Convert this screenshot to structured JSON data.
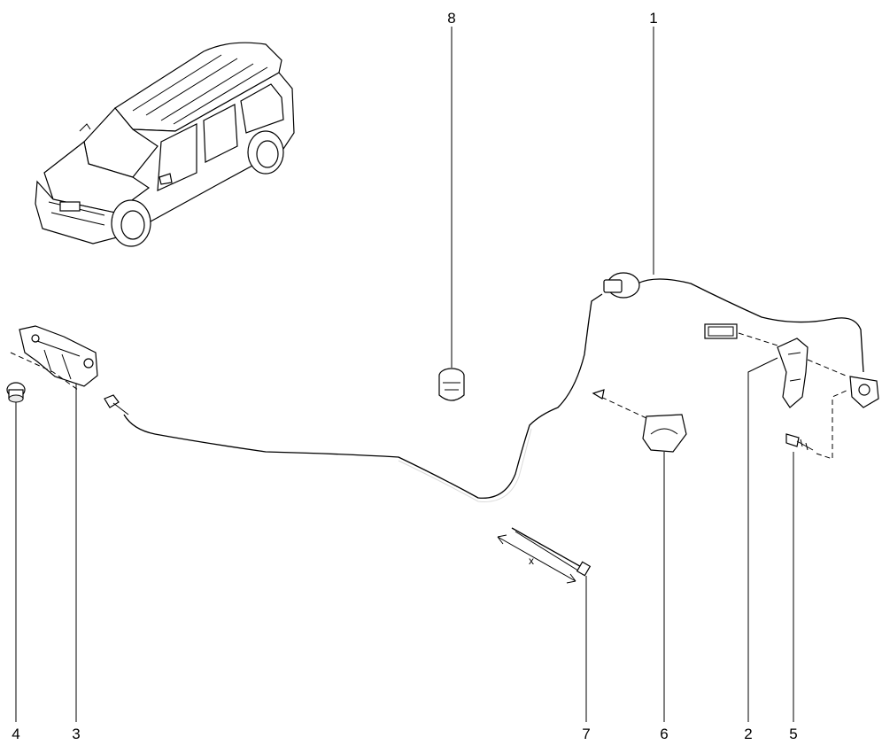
{
  "callouts": [
    {
      "id": "1",
      "text": "1"
    },
    {
      "id": "2",
      "text": "2"
    },
    {
      "id": "3",
      "text": "3"
    },
    {
      "id": "4",
      "text": "4"
    },
    {
      "id": "5",
      "text": "5"
    },
    {
      "id": "6",
      "text": "6"
    },
    {
      "id": "7",
      "text": "7"
    },
    {
      "id": "8",
      "text": "8"
    }
  ],
  "dimension_label": "x",
  "icons": [
    "vehicle-icon",
    "hood-lock-icon",
    "cable-icon",
    "release-handle-icon",
    "clip-icon",
    "screw-icon",
    "cable-tie-icon",
    "bump-stop-icon",
    "gasket-icon"
  ]
}
